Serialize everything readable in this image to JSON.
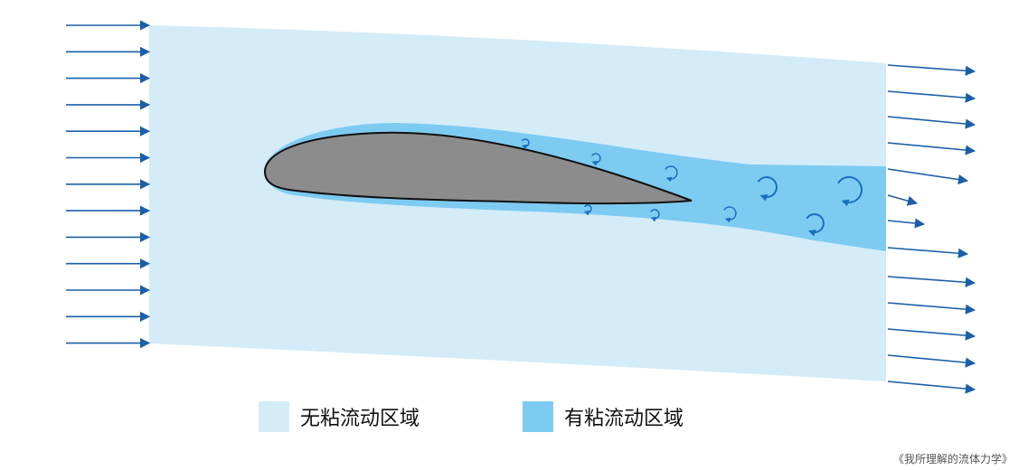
{
  "colors": {
    "inviscid_fill": "#d4ecf8",
    "viscous_fill": "#7ecbf2",
    "airfoil_fill": "#8c8c8c",
    "airfoil_stroke": "#111111",
    "arrow": "#1a5fa8",
    "vortex": "#1a6fc0"
  },
  "icons": {
    "flow_arrow": "arrow-right-icon",
    "vortex": "vortex-icon"
  },
  "legend": {
    "inviscid": {
      "label": "无粘流动区域"
    },
    "viscous": {
      "label": "有粘流动区域"
    }
  },
  "credit": "《我所理解的流体力学》"
}
